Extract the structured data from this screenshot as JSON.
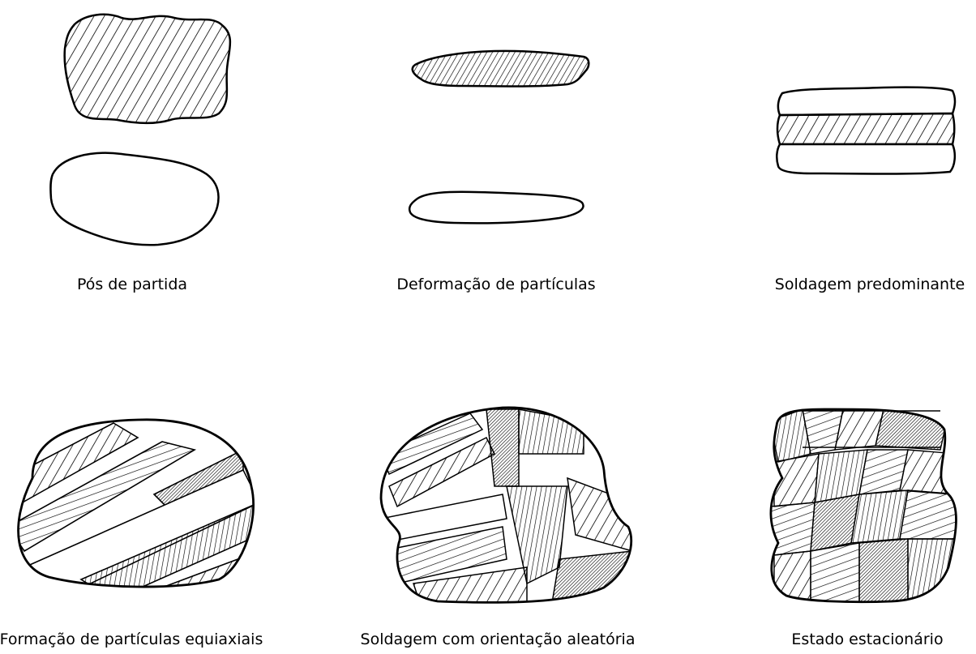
{
  "stages": [
    {
      "caption": "Pós de partida"
    },
    {
      "caption": "Deformação de partículas"
    },
    {
      "caption": "Soldagem predominante"
    },
    {
      "caption": "Formação de partículas equiaxiais"
    },
    {
      "caption": "Soldagem com orientação aleatória"
    },
    {
      "caption": "Estado estacionário"
    }
  ],
  "colors": {
    "ink": "#000000",
    "background": "#ffffff"
  }
}
